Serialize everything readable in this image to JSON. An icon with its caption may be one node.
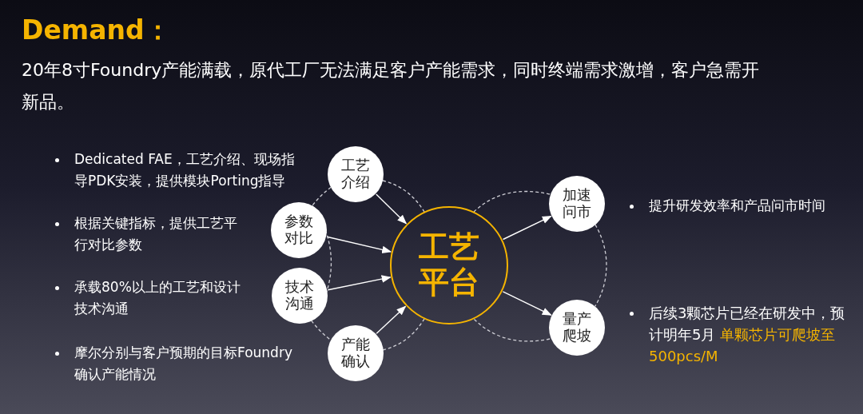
{
  "diagram": {
    "title": "Demand：",
    "nodes": [
      {
        "text": [
          "工艺介绍"
        ]
      },
      {
        "text": [
          "参数对比"
        ]
      },
      {
        "text": [
          "技术沟通"
        ]
      },
      {
        "text": [
          "产能确认"
        ]
      },
      {
        "text": [
          "工艺平台"
        ]
      },
      {
        "text": [
          "加速问市"
        ]
      },
      {
        "text": [
          "量产爬坡"
        ]
      }
    ],
    "edges": [
      {
        "from": 0,
        "to": 4,
        "arrow": "to"
      },
      {
        "from": 1,
        "to": 4,
        "arrow": "to"
      },
      {
        "from": 2,
        "to": 4,
        "arrow": "to"
      },
      {
        "from": 3,
        "to": 4,
        "arrow": "to"
      },
      {
        "from": 4,
        "to": 5,
        "arrow": "to"
      },
      {
        "from": 4,
        "to": 6,
        "arrow": "to"
      },
      {
        "from": 0,
        "to": 1,
        "arrow": "none",
        "style": "dashed"
      },
      {
        "from": 1,
        "to": 2,
        "arrow": "none",
        "style": "dashed"
      },
      {
        "from": 2,
        "to": 3,
        "arrow": "none",
        "style": "dashed"
      },
      {
        "from": 5,
        "to": 6,
        "arrow": "none",
        "style": "dashed"
      },
      {
        "from": 0,
        "to": 4,
        "arrow": "none",
        "style": "dashed"
      },
      {
        "from": 3,
        "to": 4,
        "arrow": "none",
        "style": "dashed"
      },
      {
        "from": 5,
        "to": 4,
        "arrow": "none",
        "style": "dashed"
      },
      {
        "from": 6,
        "to": 4,
        "arrow": "none",
        "style": "dashed"
      }
    ],
    "labels": [
      "20年8寸Foundry产能满载，原代工厂无法满足客户产能需求，同时终端需求激增，客户急需开新品。",
      "Dedicated FAE，工艺介绍、现场指导PDK安装，提供模块Porting指导",
      "根据关键指标，提供工艺平行对比参数",
      "承载80%以上的工艺和设计技术沟通",
      "摩尔分别与客户预期的目标Foundry确认产能情况",
      "提升研发效率和产品问市时间",
      "后续3颗芯片已经在研发中，预计明年5月",
      "单颗芯片可爬坡至500pcs/M"
    ]
  }
}
